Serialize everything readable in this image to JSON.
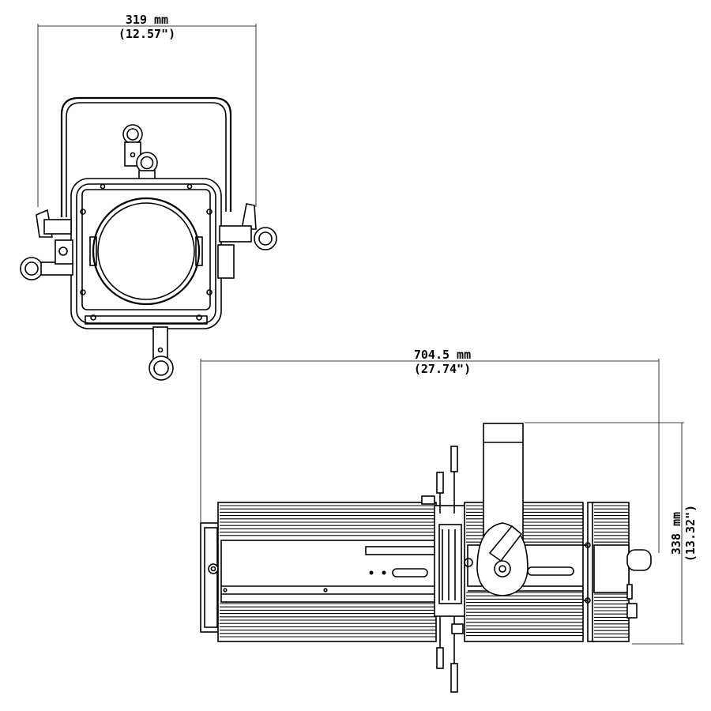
{
  "front_view": {
    "width_dimension": {
      "metric": "319 mm",
      "imperial": "(12.57\")"
    }
  },
  "side_view": {
    "length_dimension": {
      "metric": "704.5 mm",
      "imperial": "(27.74\")"
    },
    "height_dimension": {
      "metric": "338 mm",
      "imperial": "(13.32\")"
    }
  }
}
